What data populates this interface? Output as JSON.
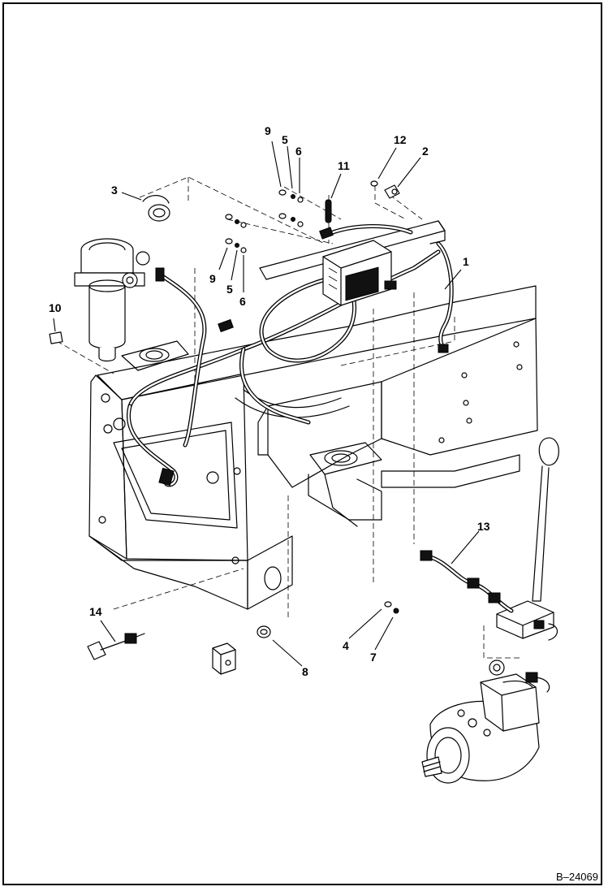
{
  "diagram": {
    "reference_code": "B–24069",
    "callouts": [
      {
        "id": "c1",
        "label": "1"
      },
      {
        "id": "c2",
        "label": "2"
      },
      {
        "id": "c3",
        "label": "3"
      },
      {
        "id": "c4",
        "label": "4"
      },
      {
        "id": "c5a",
        "label": "5"
      },
      {
        "id": "c5b",
        "label": "5"
      },
      {
        "id": "c6a",
        "label": "6"
      },
      {
        "id": "c6b",
        "label": "6"
      },
      {
        "id": "c7",
        "label": "7"
      },
      {
        "id": "c8",
        "label": "8"
      },
      {
        "id": "c9a",
        "label": "9"
      },
      {
        "id": "c9b",
        "label": "9"
      },
      {
        "id": "c10",
        "label": "10"
      },
      {
        "id": "c11",
        "label": "11"
      },
      {
        "id": "c12",
        "label": "12"
      },
      {
        "id": "c13",
        "label": "13"
      },
      {
        "id": "c14",
        "label": "14"
      }
    ]
  }
}
